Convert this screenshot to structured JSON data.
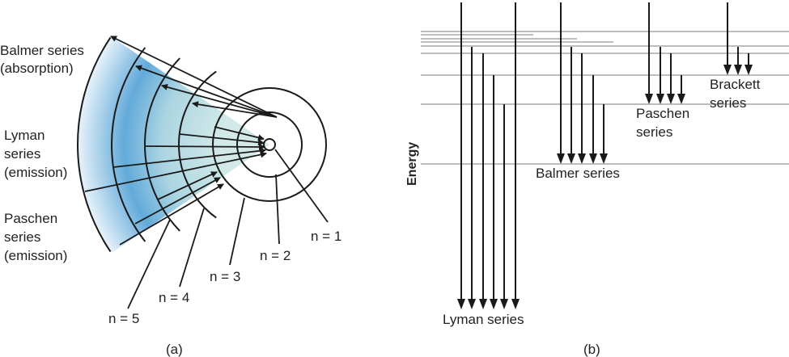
{
  "panel_a": {
    "caption": "(a)",
    "balmer_label": [
      "Balmer series",
      "(absorption)"
    ],
    "lyman_label": [
      "Lyman",
      "series",
      "(emission)"
    ],
    "paschen_label": [
      "Paschen",
      "series",
      "(emission)"
    ],
    "orbit_labels": [
      "n = 1",
      "n = 2",
      "n = 3",
      "n = 4",
      "n = 5"
    ],
    "colors": {
      "shading_dark": "#5aa6d8",
      "shading_light": "#cfe8e6",
      "line": "#1a1a1a"
    }
  },
  "panel_b": {
    "caption": "(b)",
    "axis_label": "Energy",
    "series": [
      {
        "name": "Lyman series",
        "lines": 6
      },
      {
        "name": "Balmer series",
        "lines": 5
      },
      {
        "name_lines": [
          "Paschen",
          "series"
        ],
        "lines": 4
      },
      {
        "name_lines": [
          "Brackett",
          "series"
        ],
        "lines": 3
      }
    ],
    "colors": {
      "level": "#bdbdbd",
      "arrow": "#1a1a1a"
    }
  }
}
